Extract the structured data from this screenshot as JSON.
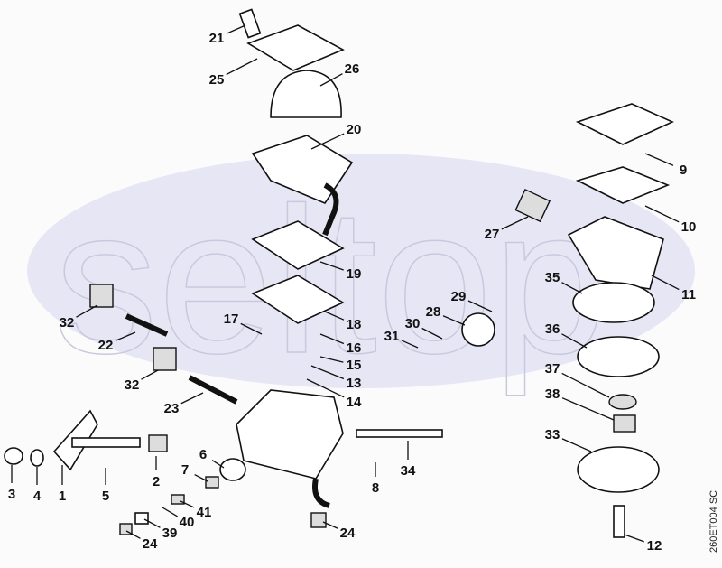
{
  "watermark": "seltop",
  "drawing_code": "260ET004 SC",
  "labels": [
    "21",
    "25",
    "26",
    "20",
    "9",
    "10",
    "27",
    "11",
    "35",
    "19",
    "29",
    "28",
    "30",
    "31",
    "17",
    "32",
    "22",
    "18",
    "16",
    "15",
    "13",
    "14",
    "36",
    "37",
    "38",
    "32",
    "23",
    "33",
    "6",
    "7",
    "3",
    "4",
    "1",
    "5",
    "2",
    "34",
    "8",
    "41",
    "40",
    "39",
    "24",
    "24",
    "12"
  ],
  "colors": {
    "watermark_band": "#e6e6f5",
    "line": "#111111"
  }
}
